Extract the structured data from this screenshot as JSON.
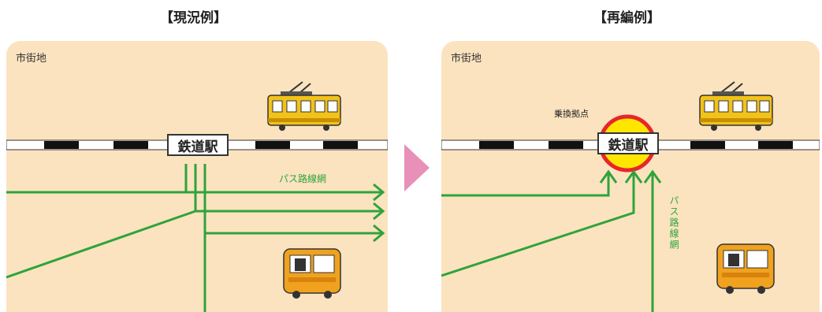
{
  "left": {
    "title": "【現況例】",
    "area_label": "市街地",
    "station": "鉄道駅",
    "bus_label": "パス路線網"
  },
  "right": {
    "title": "【再編例】",
    "area_label": "市街地",
    "station": "鉄道駅",
    "hub_label": "乗換拠点",
    "bus_label": "パス路線網"
  },
  "colors": {
    "panel_bg": "#fbe3bf",
    "bus_route": "#2fa33c",
    "hub_fill": "#ffe600",
    "hub_ring": "#e8262a",
    "arrow": "#e990b8"
  }
}
